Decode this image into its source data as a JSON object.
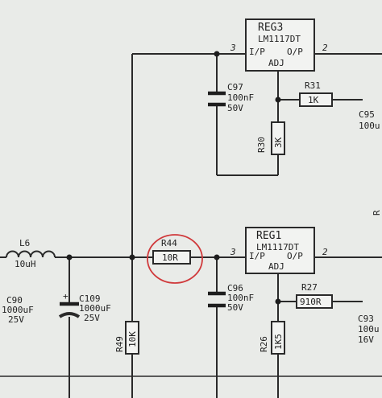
{
  "reg3": {
    "name": "REG3",
    "part": "LM1117DT",
    "in": "I/P",
    "out": "O/P",
    "adj": "ADJ",
    "pin_in": "3",
    "pin_out": "2"
  },
  "reg1": {
    "name": "REG1",
    "part": "LM1117DT",
    "in": "I/P",
    "out": "O/P",
    "adj": "ADJ",
    "pin_in": "3",
    "pin_out": "2"
  },
  "c97": {
    "ref": "C97",
    "v1": "100nF",
    "v2": "50V"
  },
  "r31": {
    "ref": "R31",
    "value": "1K"
  },
  "c95": {
    "ref": "C95",
    "v1": "100u"
  },
  "r30": {
    "ref": "R30",
    "value": "3K"
  },
  "l6": {
    "ref": "L6",
    "value": "10uH"
  },
  "r44": {
    "ref": "R44",
    "value": "10R"
  },
  "c90": {
    "ref": "C90",
    "v1": "1000uF",
    "v2": "25V"
  },
  "c109": {
    "ref": "C109",
    "v1": "1000uF",
    "v2": "25V"
  },
  "c96": {
    "ref": "C96",
    "v1": "100nF",
    "v2": "50V"
  },
  "r27": {
    "ref": "R27",
    "value": "910R"
  },
  "c93": {
    "ref": "C93",
    "v1": "100u",
    "v2": "16V"
  },
  "r49": {
    "ref": "R49",
    "value": "10K"
  },
  "r26": {
    "ref": "R26",
    "value": "1K5"
  },
  "edge_mark": "R"
}
